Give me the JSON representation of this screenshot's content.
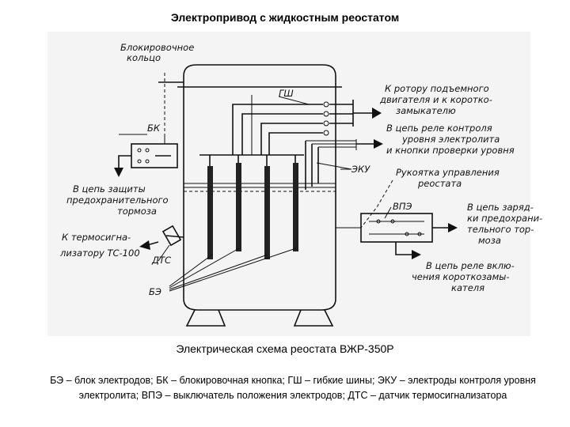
{
  "title": "Электропривод с жидкостным реостатом",
  "subtitle": "Электрическая схема реостата ВЖР-350Р",
  "legend": "БЭ – блок электродов; БК – блокировочная кнопка; ГШ – гибкие шины; ЭКУ – электроды контроля уровня электролита; ВПЭ – выключатель положения электродов; ДТС – датчик термосигнализатора",
  "labels": {
    "block_ring_1": "Блокировочное",
    "block_ring_2": "кольцо",
    "bk": "БК",
    "gsh": "ГШ",
    "eku": "ЭКУ",
    "vpe": "ВПЭ",
    "dts": "ДТС",
    "be": "БЭ",
    "rotor_1": "К ротору подъемного",
    "rotor_2": "двигателя и к коротко-",
    "rotor_3": "замыкателю",
    "relay_1": "В цепь реле контроля",
    "relay_2": "уровня электролита",
    "relay_3": "и кнопки проверки уровня",
    "handle_1": "Рукоятка управления",
    "handle_2": "реостата",
    "protect_1": "В цепь защиты",
    "protect_2": "предохранительного",
    "protect_3": "тормоза",
    "charge_1": "В цепь заряд-",
    "charge_2": "ки предохрани-",
    "charge_3": "тельного тор-",
    "charge_4": "моза",
    "thermo_1": "К термосигна-",
    "thermo_2": "лизатору ТС-100",
    "relay_on_1": "В цепь реле вклю-",
    "relay_on_2": "чения короткозамы-",
    "relay_on_3": "кателя"
  }
}
